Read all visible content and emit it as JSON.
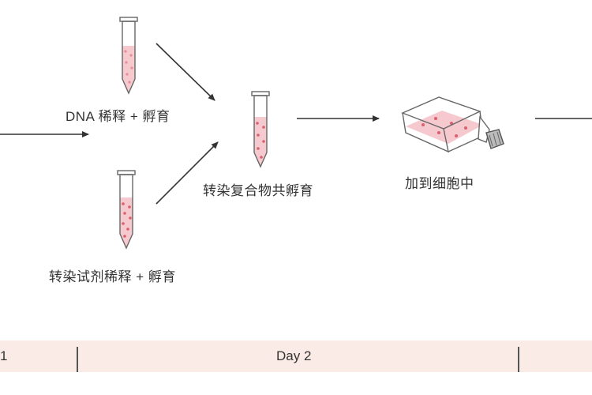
{
  "steps": {
    "dna_dilution": "DNA 稀释 + 孵育",
    "reagent_dilution": "转染试剂稀释 + 孵育",
    "complex_incubation": "转染复合物共孵育",
    "add_to_cells": "加到细胞中"
  },
  "timeline": {
    "previous_day_fragment": "1",
    "current_day": "Day 2"
  },
  "colors": {
    "tube_outline": "#666666",
    "tube_liquid": "#f6c9cf",
    "particle": "#d9606f",
    "arrow": "#333333",
    "timeline_band": "#fbebe6"
  }
}
